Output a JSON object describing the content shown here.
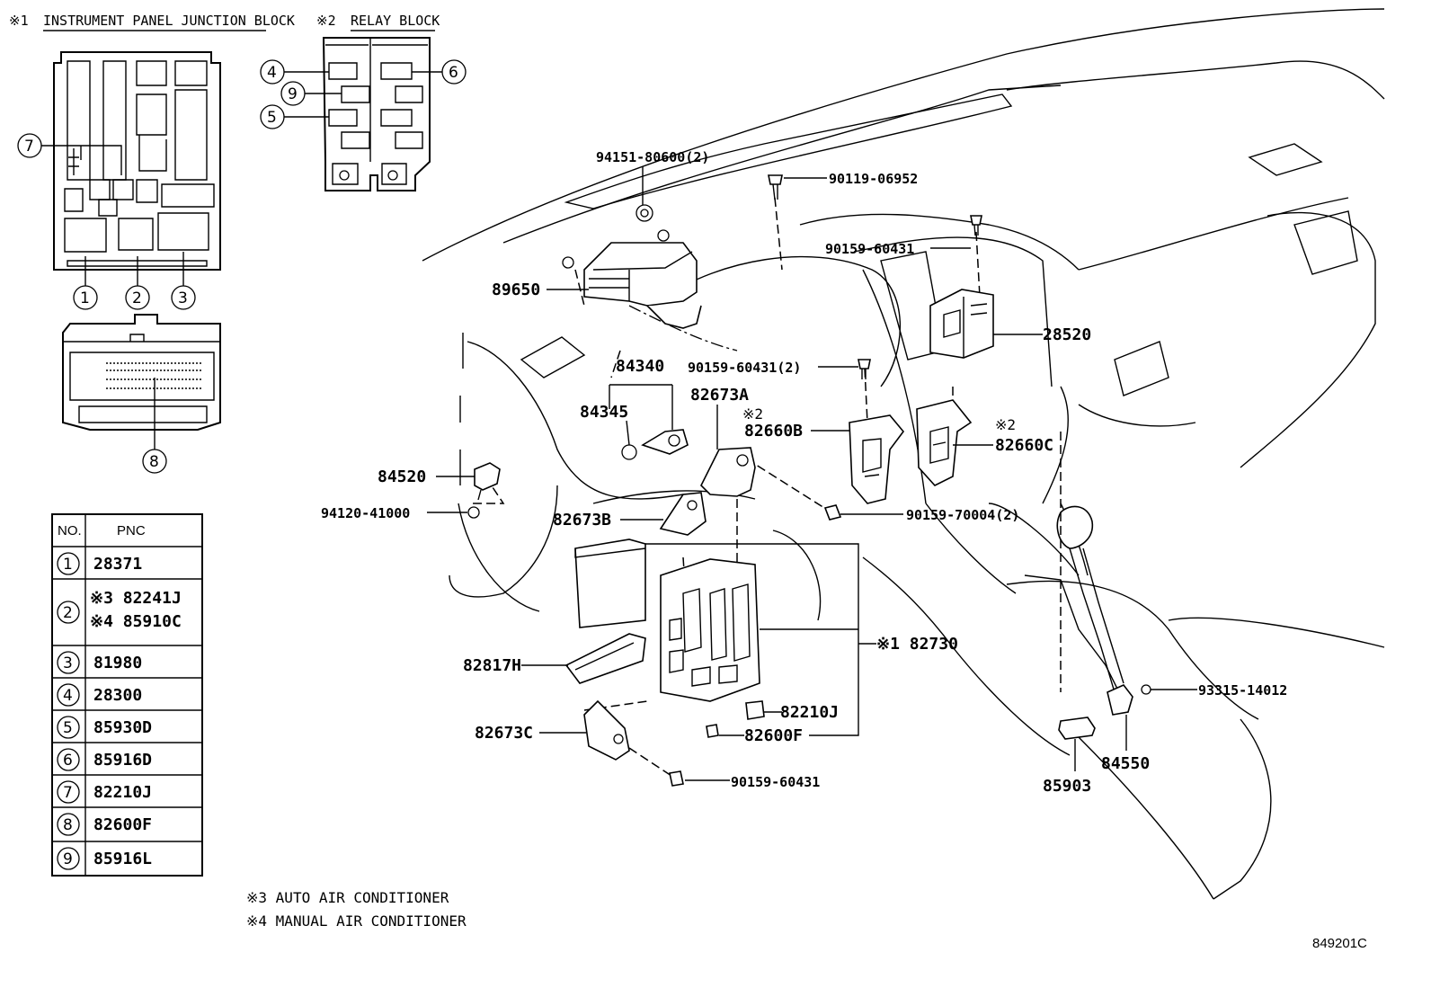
{
  "diagram_code": "849201C",
  "legends": {
    "junction_block": {
      "mark": "※1",
      "title": "INSTRUMENT PANEL JUNCTION BLOCK"
    },
    "relay_block": {
      "mark": "※2",
      "title": "RELAY BLOCK"
    }
  },
  "junction_callouts": [
    "1",
    "2",
    "3",
    "7",
    "8"
  ],
  "relay_callouts": [
    "4",
    "9",
    "5",
    "6"
  ],
  "table": {
    "headers": [
      "NO.",
      "PNC"
    ],
    "rows": [
      {
        "no": "1",
        "pnc": [
          "28371"
        ]
      },
      {
        "no": "2",
        "pnc": [
          "※3 82241J",
          "※4 85910C"
        ]
      },
      {
        "no": "3",
        "pnc": [
          "81980"
        ]
      },
      {
        "no": "4",
        "pnc": [
          "28300"
        ]
      },
      {
        "no": "5",
        "pnc": [
          "85930D"
        ]
      },
      {
        "no": "6",
        "pnc": [
          "85916D"
        ]
      },
      {
        "no": "7",
        "pnc": [
          "82210J"
        ]
      },
      {
        "no": "8",
        "pnc": [
          "82600F"
        ]
      },
      {
        "no": "9",
        "pnc": [
          "85916L"
        ]
      }
    ]
  },
  "footnotes": [
    "※3 AUTO AIR CONDITIONER",
    "※4 MANUAL AIR CONDITIONER"
  ],
  "part_labels": {
    "p94151": "94151-80600(2)",
    "p90119": "90119-06952",
    "p90159a": "90159-60431",
    "p89650": "89650",
    "p28520": "28520",
    "p90159b": "90159-60431(2)",
    "p84340": "84340",
    "p82673A": "82673A",
    "p84345": "84345",
    "mark2a": "※2",
    "p82660B": "82660B",
    "mark2b": "※2",
    "p82660C": "82660C",
    "p84520": "84520",
    "p94120": "94120-41000",
    "p90159c": "90159-70004(2)",
    "p82673B": "82673B",
    "p82730": "※1 82730",
    "p82817H": "82817H",
    "p93315": "93315-14012",
    "p82210J": "82210J",
    "p82673C": "82673C",
    "p82600F": "82600F",
    "p84550": "84550",
    "p85903": "85903",
    "p90159d": "90159-60431"
  }
}
